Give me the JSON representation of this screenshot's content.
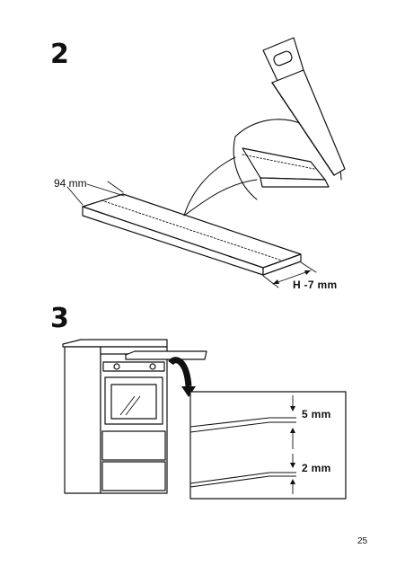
{
  "steps": [
    {
      "number": "2",
      "labels": {
        "width": "94 mm",
        "length": "H -7 mm"
      }
    },
    {
      "number": "3",
      "labels": {
        "gap_top": "5 mm",
        "gap_bottom": "2 mm"
      }
    }
  ],
  "footer": {
    "page_number": "25"
  }
}
